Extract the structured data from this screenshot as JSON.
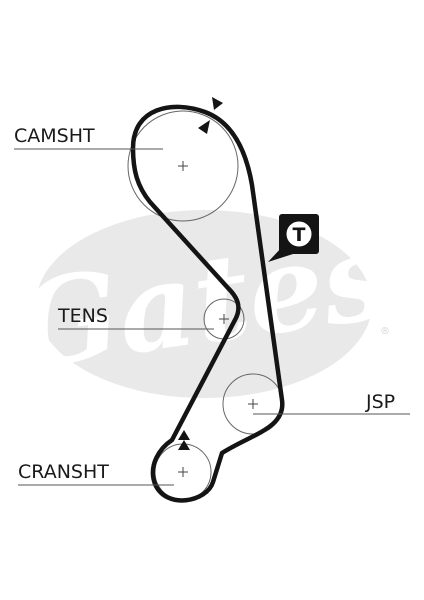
{
  "diagram": {
    "labels": {
      "camshaft": "CAMSHT",
      "tensioner": "TENS",
      "jackshaft": "JSP",
      "crankshaft": "CRANSHT"
    },
    "tensioner_badge": {
      "letter": "T"
    },
    "logo": {
      "wordmark": "Gates",
      "registered_mark": "®"
    },
    "colors": {
      "belt": "#141414",
      "logo_background": "#e9e9e9",
      "label_text": "#1a1a1a"
    }
  }
}
